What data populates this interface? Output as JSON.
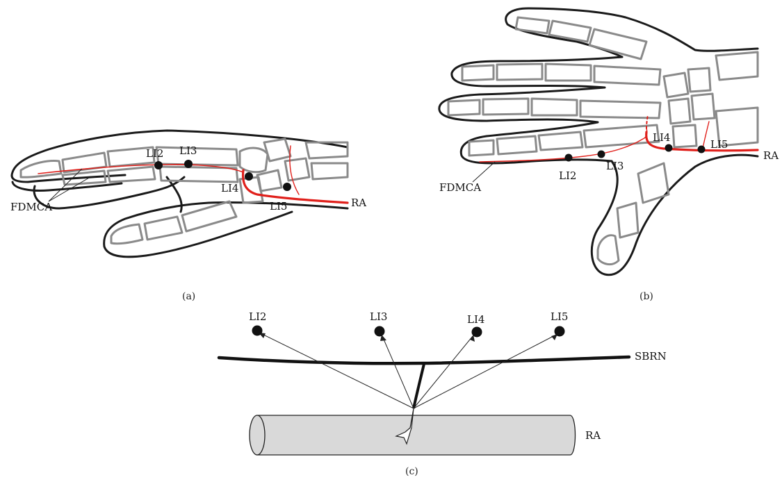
{
  "panel_a": {
    "caption": "(a)",
    "labels": {
      "li2": "LI2",
      "li3": "LI3",
      "li4": "LI4",
      "li5": "LI5",
      "ra": "RA",
      "fdmca": "FDMCA"
    }
  },
  "panel_b": {
    "caption": "(b)",
    "labels": {
      "li2": "LI2",
      "li3": "LI3",
      "li4": "LI4",
      "li5": "LI5",
      "ra": "RA",
      "fdmca": "FDMCA"
    }
  },
  "panel_c": {
    "caption": "(c)",
    "labels": {
      "li2": "LI2",
      "li3": "LI3",
      "li4": "LI4",
      "li5": "LI5",
      "sbrn": "SBRN",
      "ra": "RA"
    }
  },
  "colors": {
    "artery": "#e0201b",
    "bone": "#8a8a8a",
    "skin": "#1a1a1a",
    "point": "#111111",
    "cylinder": "#d9d9d9"
  }
}
